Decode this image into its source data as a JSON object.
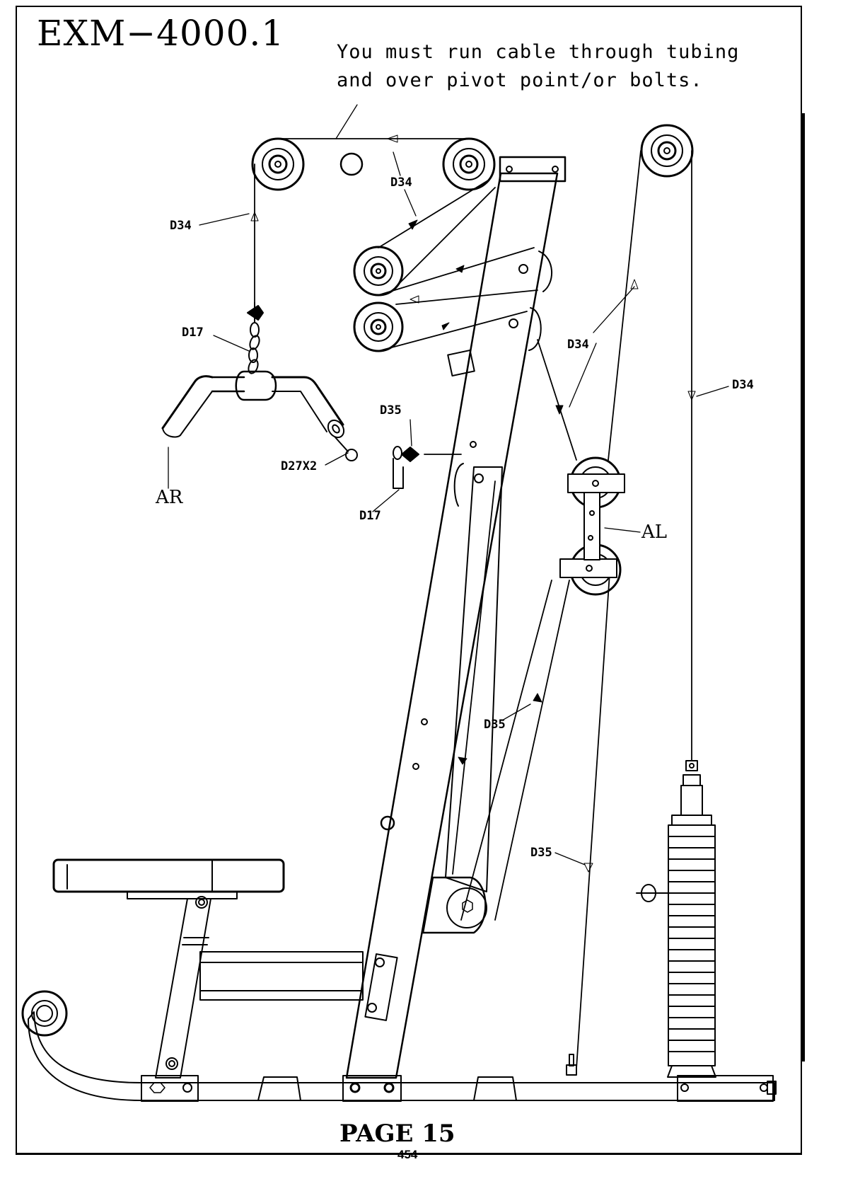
{
  "header": {
    "title": "EXM−4000.1",
    "note_line1": "You must run cable through tubing",
    "note_line2": "and over pivot point/or bolts."
  },
  "footer": {
    "page": "PAGE 15",
    "sheet_number": "454"
  },
  "callouts": {
    "d34_top": "D34",
    "d34_left": "D34",
    "d34_mid": "D34",
    "d34_right": "D34",
    "d17_upper": "D17",
    "d17_lower": "D17",
    "d35_upper": "D35",
    "d35_mid": "D35",
    "d35_lower": "D35",
    "d27": "D27X2",
    "ar": "AR",
    "al": "AL"
  }
}
